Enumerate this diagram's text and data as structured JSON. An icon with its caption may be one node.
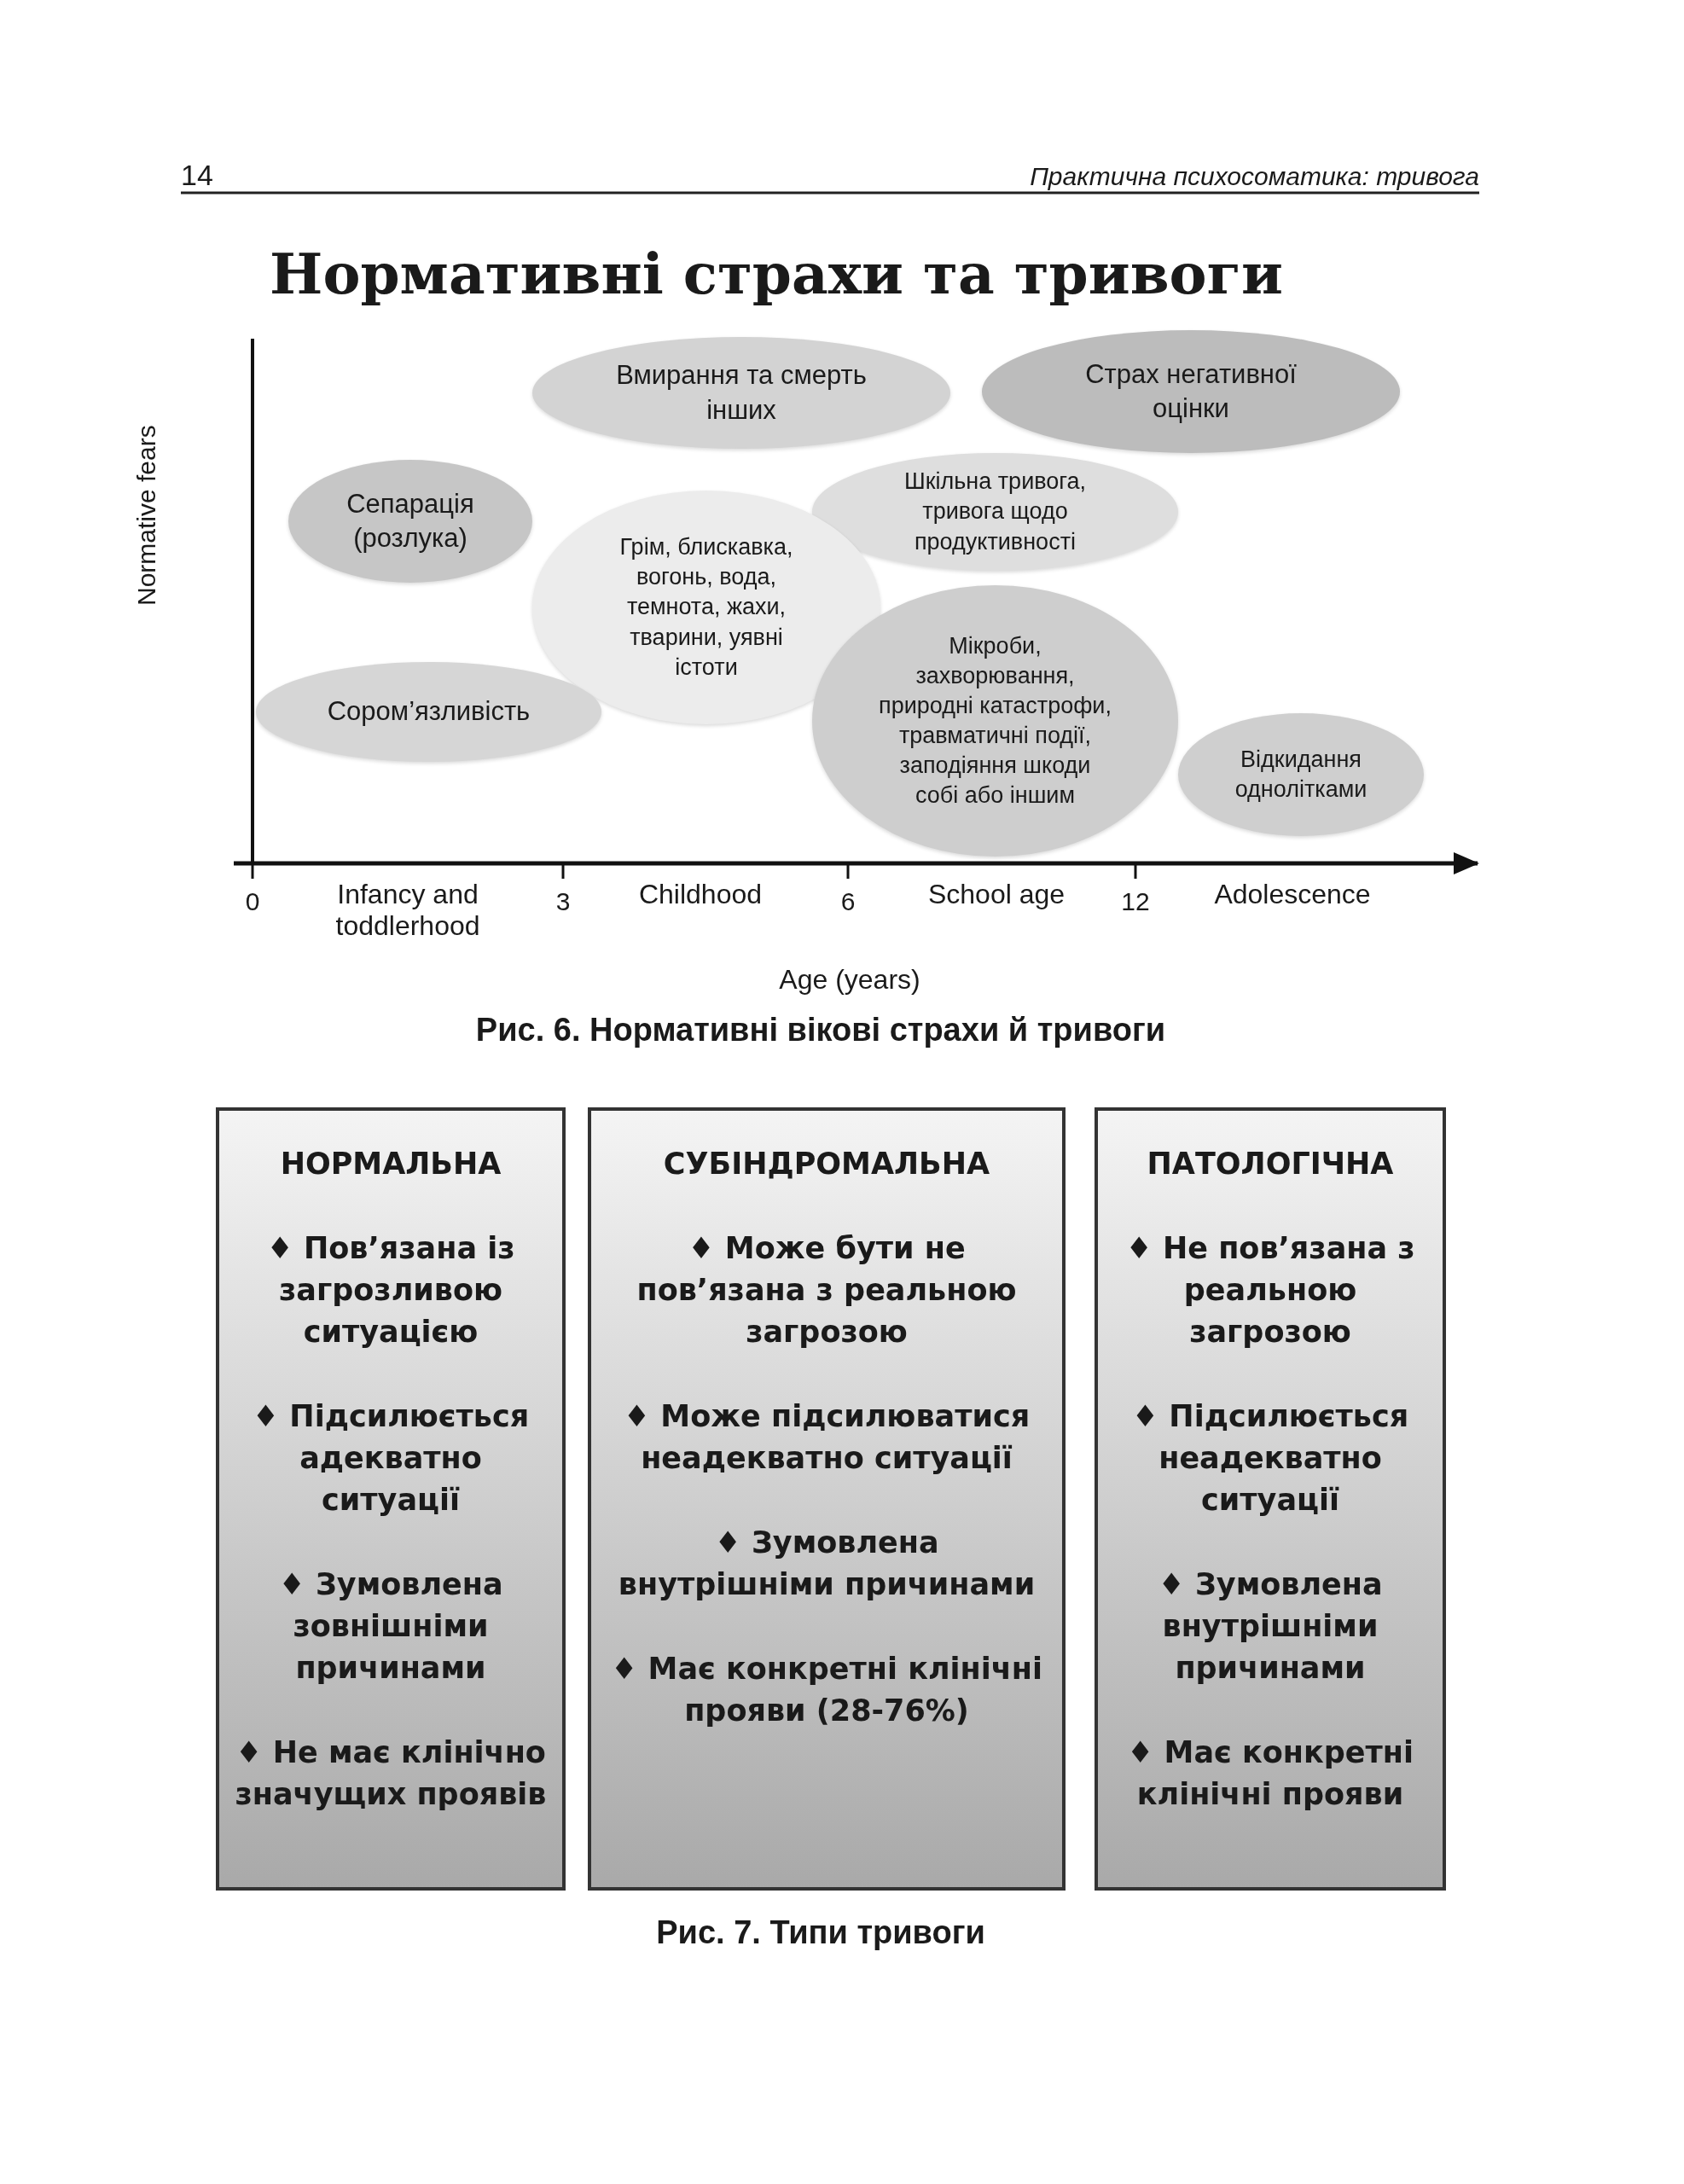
{
  "diagram": {
    "title": "Нормативні страхи та тривоги",
    "nodes": [
      {
        "text": [
          "Вмирання та смерть інших"
        ]
      },
      {
        "text": [
          "Страх негативної оцінки"
        ]
      },
      {
        "text": [
          "Сепарація (розлука)"
        ]
      },
      {
        "text": [
          "Шкільна тривога, тривога щодо продуктивності"
        ]
      },
      {
        "text": [
          "Грім, блискавка, вогонь, вода, темнота, жахи, тварини, уявні істоти"
        ]
      },
      {
        "text": [
          "Мікроби, захворювання, природні катастрофи, травматичні події, заподіяння шкоди собі або іншим"
        ]
      },
      {
        "text": [
          "Сором’язливість"
        ]
      },
      {
        "text": [
          "Відкидання однолітками"
        ]
      },
      {
        "text": [
          "НОРМАЛЬНА",
          "♦ Пов’язана із загрозливою ситуацією",
          "♦ Підсилюється адекватно ситуації",
          "♦ Зумовлена зовнішніми причинами",
          "♦ Не має клінічно значущих проявів"
        ]
      },
      {
        "text": [
          "СУБІНДРОМАЛЬНА",
          "♦ Може бути не пов’язана з реальною загрозою",
          "♦ Може підсилюватися неадекватно ситуації",
          "♦ Зумовлена внутрішніми причинами",
          "♦ Має конкретні клінічні прояви (28-76%)"
        ]
      },
      {
        "text": [
          "ПАТОЛОГІЧНА",
          "♦ Не пов’язана з реальною загрозою",
          "♦ Підсилюється неадекватно ситуації",
          "♦ Зумовлена внутрішніми причинами",
          "♦ Має конкретні клінічні прояви"
        ]
      }
    ],
    "labels": [
      "14",
      "Практична психосоматика: тривога",
      "Normative fears",
      "0",
      "Infancy and toddlerhood",
      "3",
      "Childhood",
      "6",
      "School age",
      "12",
      "Adolescence",
      "Age (years)",
      "Рис. 6. Нормативні вікові страхи й тривоги",
      "Рис. 7. Типи тривоги"
    ]
  }
}
